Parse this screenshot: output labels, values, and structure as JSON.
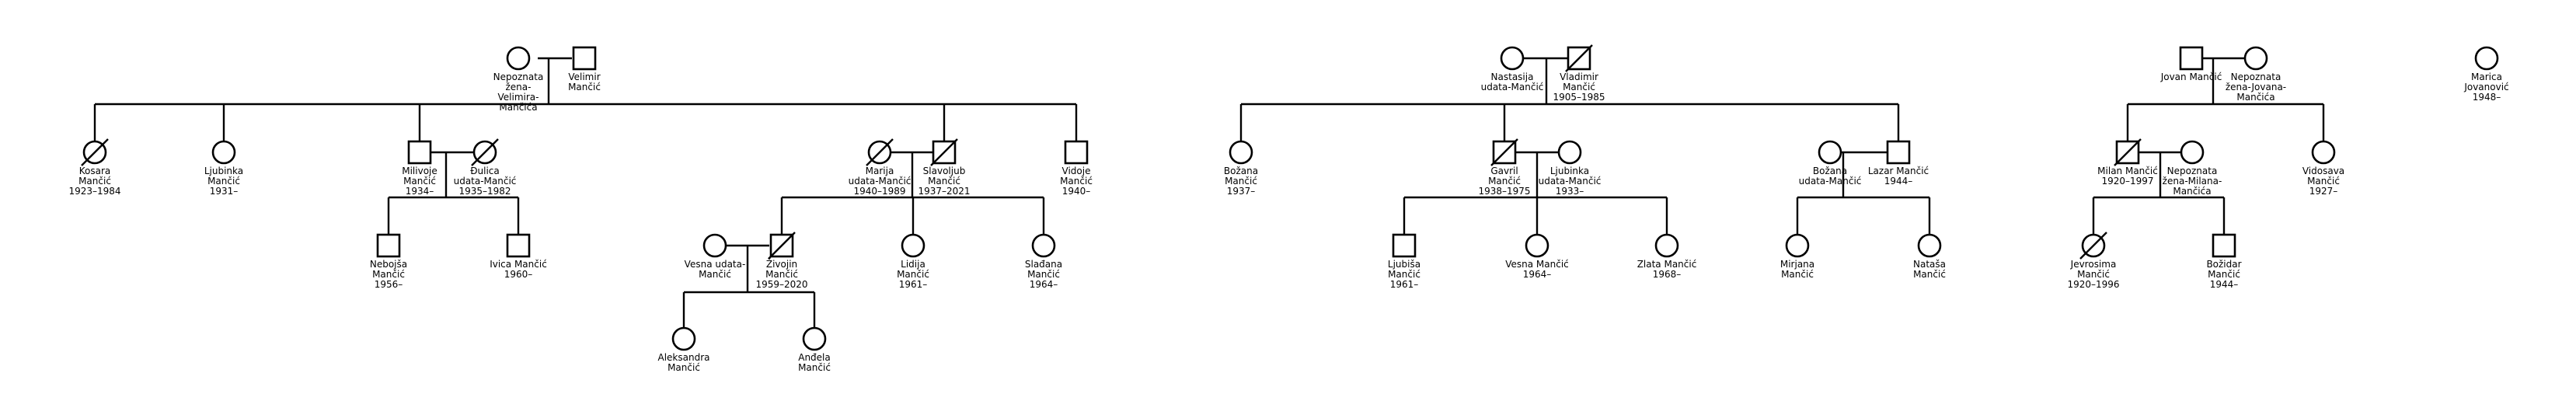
{
  "people": [
    {
      "id": "nepoznata_zena_velimira",
      "sex": "F",
      "deceased": false,
      "lines": [
        "Nepoznata",
        "žena-",
        "Velimira-",
        "Mančića"
      ]
    },
    {
      "id": "velimir",
      "sex": "M",
      "deceased": false,
      "lines": [
        "Velimir",
        "Mančić"
      ]
    },
    {
      "id": "kosara",
      "sex": "F",
      "deceased": true,
      "lines": [
        "Kosara",
        "Mančić",
        "1923–1984"
      ]
    },
    {
      "id": "ljubinka",
      "sex": "F",
      "deceased": false,
      "lines": [
        "Ljubinka",
        "Mančić",
        "1931–"
      ]
    },
    {
      "id": "milivoje",
      "sex": "M",
      "deceased": false,
      "lines": [
        "Milivoje",
        "Mančić",
        "1934–"
      ]
    },
    {
      "id": "dulica",
      "sex": "F",
      "deceased": true,
      "lines": [
        "Đulica",
        "udata-Mančić",
        "1935–1982"
      ]
    },
    {
      "id": "marija",
      "sex": "F",
      "deceased": true,
      "lines": [
        "Marija",
        "udata-Mančić",
        "1940–1989"
      ]
    },
    {
      "id": "slavoljub",
      "sex": "M",
      "deceased": true,
      "lines": [
        "Slavoljub",
        "Mančić",
        "1937–2021"
      ]
    },
    {
      "id": "vidoje",
      "sex": "M",
      "deceased": false,
      "lines": [
        "Vidoje",
        "Mančić",
        "1940–"
      ]
    },
    {
      "id": "nebojsa",
      "sex": "M",
      "deceased": false,
      "lines": [
        "Nebojša",
        "Mančić",
        "1956–"
      ]
    },
    {
      "id": "ivica",
      "sex": "M",
      "deceased": false,
      "lines": [
        "Ivica Mančić",
        "1960–"
      ]
    },
    {
      "id": "vesna_udata",
      "sex": "F",
      "deceased": false,
      "lines": [
        "Vesna udata-",
        "Mančić"
      ]
    },
    {
      "id": "zivojin",
      "sex": "M",
      "deceased": true,
      "lines": [
        "Živojin",
        "Mančić",
        "1959–2020"
      ]
    },
    {
      "id": "lidija",
      "sex": "F",
      "deceased": false,
      "lines": [
        "Lidija",
        "Mančić",
        "1961–"
      ]
    },
    {
      "id": "sladana",
      "sex": "F",
      "deceased": false,
      "lines": [
        "Slađana",
        "Mančić",
        "1964–"
      ]
    },
    {
      "id": "aleksandra",
      "sex": "F",
      "deceased": false,
      "lines": [
        "Aleksandra",
        "Mančić"
      ]
    },
    {
      "id": "andela",
      "sex": "F",
      "deceased": false,
      "lines": [
        "Anđela",
        "Mančić"
      ]
    },
    {
      "id": "nastasija",
      "sex": "F",
      "deceased": false,
      "lines": [
        "Nastasija",
        "udata-Mančić"
      ]
    },
    {
      "id": "vladimir",
      "sex": "M",
      "deceased": true,
      "lines": [
        "Vladimir",
        "Mančić",
        "1905–1985"
      ]
    },
    {
      "id": "bozana1",
      "sex": "F",
      "deceased": false,
      "lines": [
        "Božana",
        "Mančić",
        "1937–"
      ]
    },
    {
      "id": "gavril",
      "sex": "M",
      "deceased": true,
      "lines": [
        "Gavril",
        "Mančić",
        "1938–1975"
      ]
    },
    {
      "id": "ljubinka_udata",
      "sex": "F",
      "deceased": false,
      "lines": [
        "Ljubinka",
        "udata-Mančić",
        "1933–"
      ]
    },
    {
      "id": "bozana_udata",
      "sex": "F",
      "deceased": false,
      "lines": [
        "Božana",
        "udata-Mančić"
      ]
    },
    {
      "id": "lazar",
      "sex": "M",
      "deceased": false,
      "lines": [
        "Lazar Mančić",
        "1944–"
      ]
    },
    {
      "id": "ljubisa",
      "sex": "M",
      "deceased": false,
      "lines": [
        "Ljubiša",
        "Mančić",
        "1961–"
      ]
    },
    {
      "id": "vesna2",
      "sex": "F",
      "deceased": false,
      "lines": [
        "Vesna Mančić",
        "1964–"
      ]
    },
    {
      "id": "zlata",
      "sex": "F",
      "deceased": false,
      "lines": [
        "Zlata Mančić",
        "1968–"
      ]
    },
    {
      "id": "mirjana",
      "sex": "F",
      "deceased": false,
      "lines": [
        "Mirjana",
        "Mančić"
      ]
    },
    {
      "id": "natasa",
      "sex": "F",
      "deceased": false,
      "lines": [
        "Nataša",
        "Mančić"
      ]
    },
    {
      "id": "jovan",
      "sex": "M",
      "deceased": false,
      "lines": [
        "Jovan Mančić"
      ]
    },
    {
      "id": "nepoznata_zena_jovana",
      "sex": "F",
      "deceased": false,
      "lines": [
        "Nepoznata",
        "žena-Jovana-",
        "Mančića"
      ]
    },
    {
      "id": "milan",
      "sex": "M",
      "deceased": true,
      "lines": [
        "Milan Mančić",
        "1920–1997"
      ]
    },
    {
      "id": "nepoznata_zena_milana",
      "sex": "F",
      "deceased": false,
      "lines": [
        "Nepoznata",
        "žena-Milana-",
        "Mančića"
      ]
    },
    {
      "id": "vidosava",
      "sex": "F",
      "deceased": false,
      "lines": [
        "Vidosava",
        "Mančić",
        "1927–"
      ]
    },
    {
      "id": "jevrosima",
      "sex": "F",
      "deceased": true,
      "lines": [
        "Jevrosima",
        "Mančić",
        "1920–1996"
      ]
    },
    {
      "id": "bozidar",
      "sex": "M",
      "deceased": false,
      "lines": [
        "Božidar",
        "Mančić",
        "1944–"
      ]
    },
    {
      "id": "marica",
      "sex": "F",
      "deceased": false,
      "lines": [
        "Marica",
        "Jovanović",
        "1948–"
      ]
    }
  ]
}
